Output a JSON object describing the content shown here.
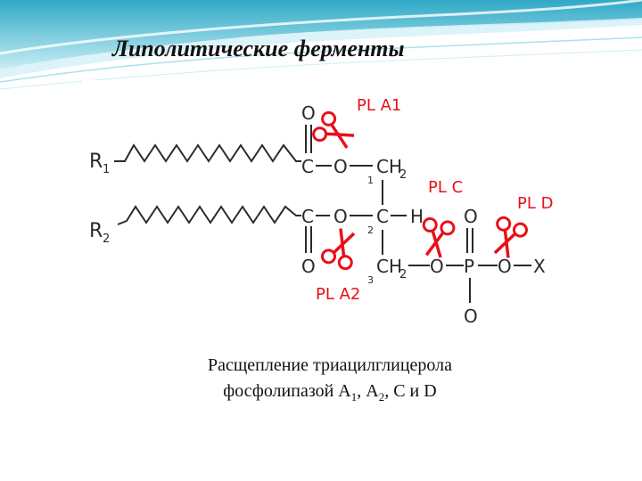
{
  "slide": {
    "title": "Липолитические ферменты",
    "caption_line1": "Расщепление триацилглицерола",
    "caption_line2_prefix": "фосфолипазой А",
    "caption_sub1": "1",
    "caption_mid": ", А",
    "caption_sub2": "2",
    "caption_suffix": ", С и D"
  },
  "structure": {
    "R1": "R",
    "R1_sub": "1",
    "R2": "R",
    "R2_sub": "2",
    "atoms": {
      "O_top": "O",
      "C1": "C",
      "O_ester1": "O",
      "CH2_top": "CH",
      "CH2_top_sub": "2",
      "C2": "C",
      "O_ester2": "O",
      "C_center": "C",
      "H": "H",
      "O_bottom": "O",
      "CH2_bot": "CH",
      "CH2_bot_sub": "2",
      "O_phos_link": "O",
      "P": "P",
      "O_phos_top": "O",
      "O_phos_bottom": "O",
      "O_X_link": "O",
      "X": "X"
    },
    "carbon_numbers": [
      "1",
      "2",
      "3"
    ]
  },
  "enzymes": {
    "pla1": "PL A1",
    "pla2": "PL A2",
    "plc": "PL C",
    "pld": "PL D"
  },
  "colors": {
    "enzyme_red": "#e8101a",
    "structure_gray": "#2a2a2a",
    "header_teal": "#3fb6cf"
  }
}
